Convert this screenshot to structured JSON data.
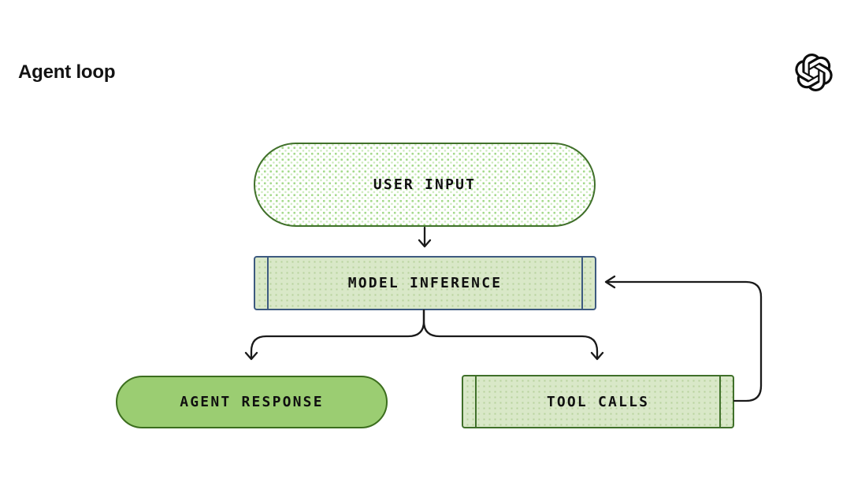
{
  "page": {
    "title": "Agent loop"
  },
  "brand": {
    "logo_icon": "openai-logo"
  },
  "diagram": {
    "nodes": {
      "user_input": {
        "label": "USER INPUT",
        "shape": "stadium",
        "fill": "white-dotted"
      },
      "model_inference": {
        "label": "MODEL INFERENCE",
        "shape": "subroutine",
        "fill": "light-green-dotted"
      },
      "agent_response": {
        "label": "AGENT RESPONSE",
        "shape": "stadium",
        "fill": "solid-green"
      },
      "tool_calls": {
        "label": "TOOL CALLS",
        "shape": "subroutine",
        "fill": "light-green-dotted"
      }
    },
    "edges": [
      {
        "from": "USER INPUT",
        "to": "MODEL INFERENCE"
      },
      {
        "from": "MODEL INFERENCE",
        "to": "AGENT RESPONSE"
      },
      {
        "from": "MODEL INFERENCE",
        "to": "TOOL CALLS"
      },
      {
        "from": "TOOL CALLS",
        "to": "MODEL INFERENCE",
        "style": "feedback-loop"
      }
    ],
    "colors": {
      "green_border": "#40702a",
      "blue_border": "#3d5a80",
      "solid_green_fill": "#9bcd72",
      "light_green_fill": "#d9e8c8",
      "dot_green": "#a6da8d",
      "arrow": "#1a1a1a",
      "text": "#101010",
      "title_text": "#131313"
    }
  }
}
